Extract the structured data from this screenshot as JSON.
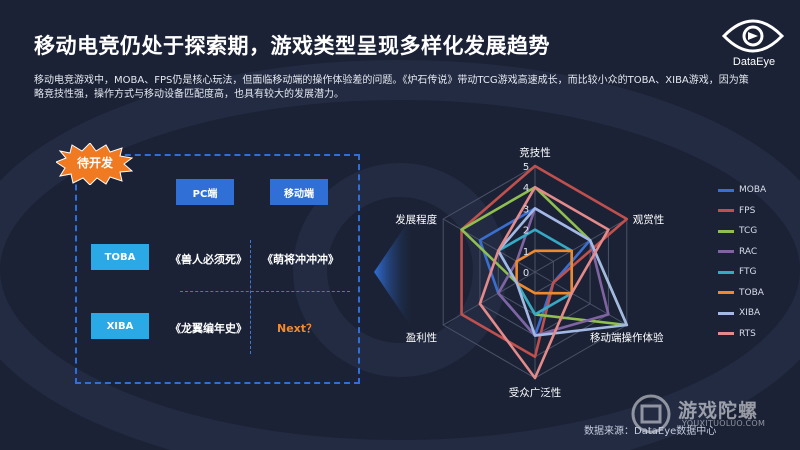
{
  "slide": {
    "title": "移动电竞仍处于探索期，游戏类型呈现多样化发展趋势",
    "brand": "DataEye",
    "description": "移动电竞游戏中，MOBA、FPS仍是核心玩法，但面临移动端的操作体验差的问题。《炉石传说》带动TCG游戏高速成长，而比较小众的TOBA、XIBA游戏，因为策略竞技性强，操作方式与移动设备匹配度高，也具有较大的发展潜力。",
    "badge": "待开发",
    "columns": [
      "PC端",
      "移动端"
    ],
    "rows": [
      {
        "tag": "TOBA",
        "pc": "《兽人必须死》",
        "mobile": "《萌将冲冲冲》"
      },
      {
        "tag": "XIBA",
        "pc": "《龙翼编年史》",
        "mobile": "Next？"
      }
    ],
    "source": "数据来源：DataEye数据中心",
    "watermark_cn": "游戏陀螺",
    "watermark_en": "YOUXITUOLUO.COM",
    "colors": {
      "background": "#1b2236",
      "accent_blue": "#2f6fd6",
      "tag_blue": "#2ba9e6",
      "badge_orange": "#f07a22",
      "next_orange": "#f28a2e"
    }
  },
  "chart_data": {
    "type": "radar",
    "axes": [
      "竞技性",
      "观赏性",
      "移动端操作体验",
      "受众广泛性",
      "盈利性",
      "发展程度"
    ],
    "scale_ticks": [
      "0",
      "1",
      "2",
      "3",
      "4",
      "5"
    ],
    "range": [
      0,
      5
    ],
    "legend_position": "right",
    "series": [
      {
        "name": "MOBA",
        "color": "#3a6fd0",
        "values": [
          3,
          3,
          1,
          3,
          2,
          3
        ]
      },
      {
        "name": "FPS",
        "color": "#c0504d",
        "values": [
          5,
          5,
          1,
          4,
          4,
          4
        ]
      },
      {
        "name": "TCG",
        "color": "#8fbf4f",
        "values": [
          4,
          3,
          5,
          2,
          1,
          4
        ]
      },
      {
        "name": "RAC",
        "color": "#8064a2",
        "values": [
          3,
          3,
          4,
          3,
          2,
          1
        ]
      },
      {
        "name": "FTG",
        "color": "#36a9c4",
        "values": [
          2,
          2,
          2,
          2,
          1,
          2
        ]
      },
      {
        "name": "TOBA",
        "color": "#f0892c",
        "values": [
          1,
          2,
          2,
          1,
          1,
          1
        ]
      },
      {
        "name": "XIBA",
        "color": "#a3b9e4",
        "values": [
          3,
          3,
          5,
          3,
          1,
          2
        ]
      },
      {
        "name": "RTS",
        "color": "#e58a8a",
        "values": [
          4,
          4,
          2,
          5,
          3,
          2
        ]
      }
    ]
  }
}
